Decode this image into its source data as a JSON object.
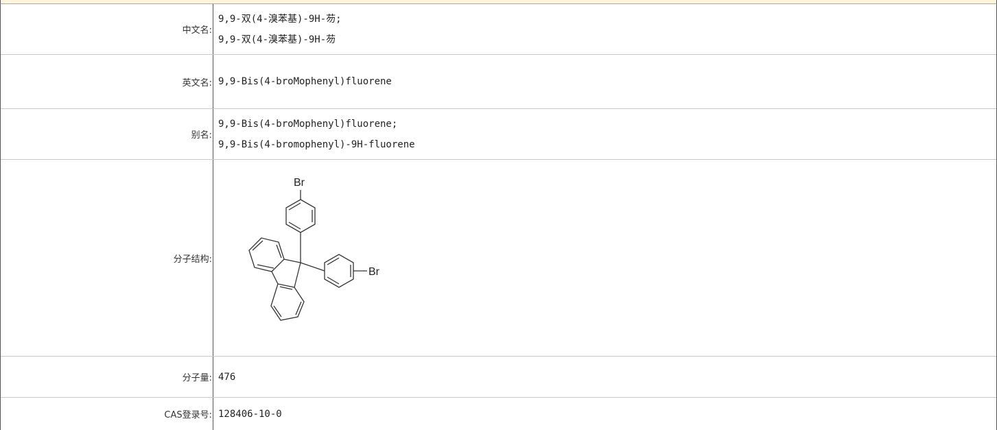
{
  "rows": {
    "cn_name": {
      "label": "中文名:",
      "values": [
        "9,9-双(4-溴苯基)-9H-芴;",
        "9,9-双(4-溴苯基)-9H-芴"
      ]
    },
    "en_name": {
      "label": "英文名:",
      "value": "9,9-Bis(4-broMophenyl)fluorene"
    },
    "alias": {
      "label": "别名:",
      "values": [
        "9,9-Bis(4-broMophenyl)fluorene;",
        "9,9-Bis(4-bromophenyl)-9H-fluorene"
      ]
    },
    "structure": {
      "label": "分子结构:",
      "atom_top": "Br",
      "atom_right": "Br"
    },
    "mol_weight": {
      "label": "分子量:",
      "value": "476"
    },
    "cas": {
      "label": "CAS登录号:",
      "value": "128406-10-0"
    }
  }
}
